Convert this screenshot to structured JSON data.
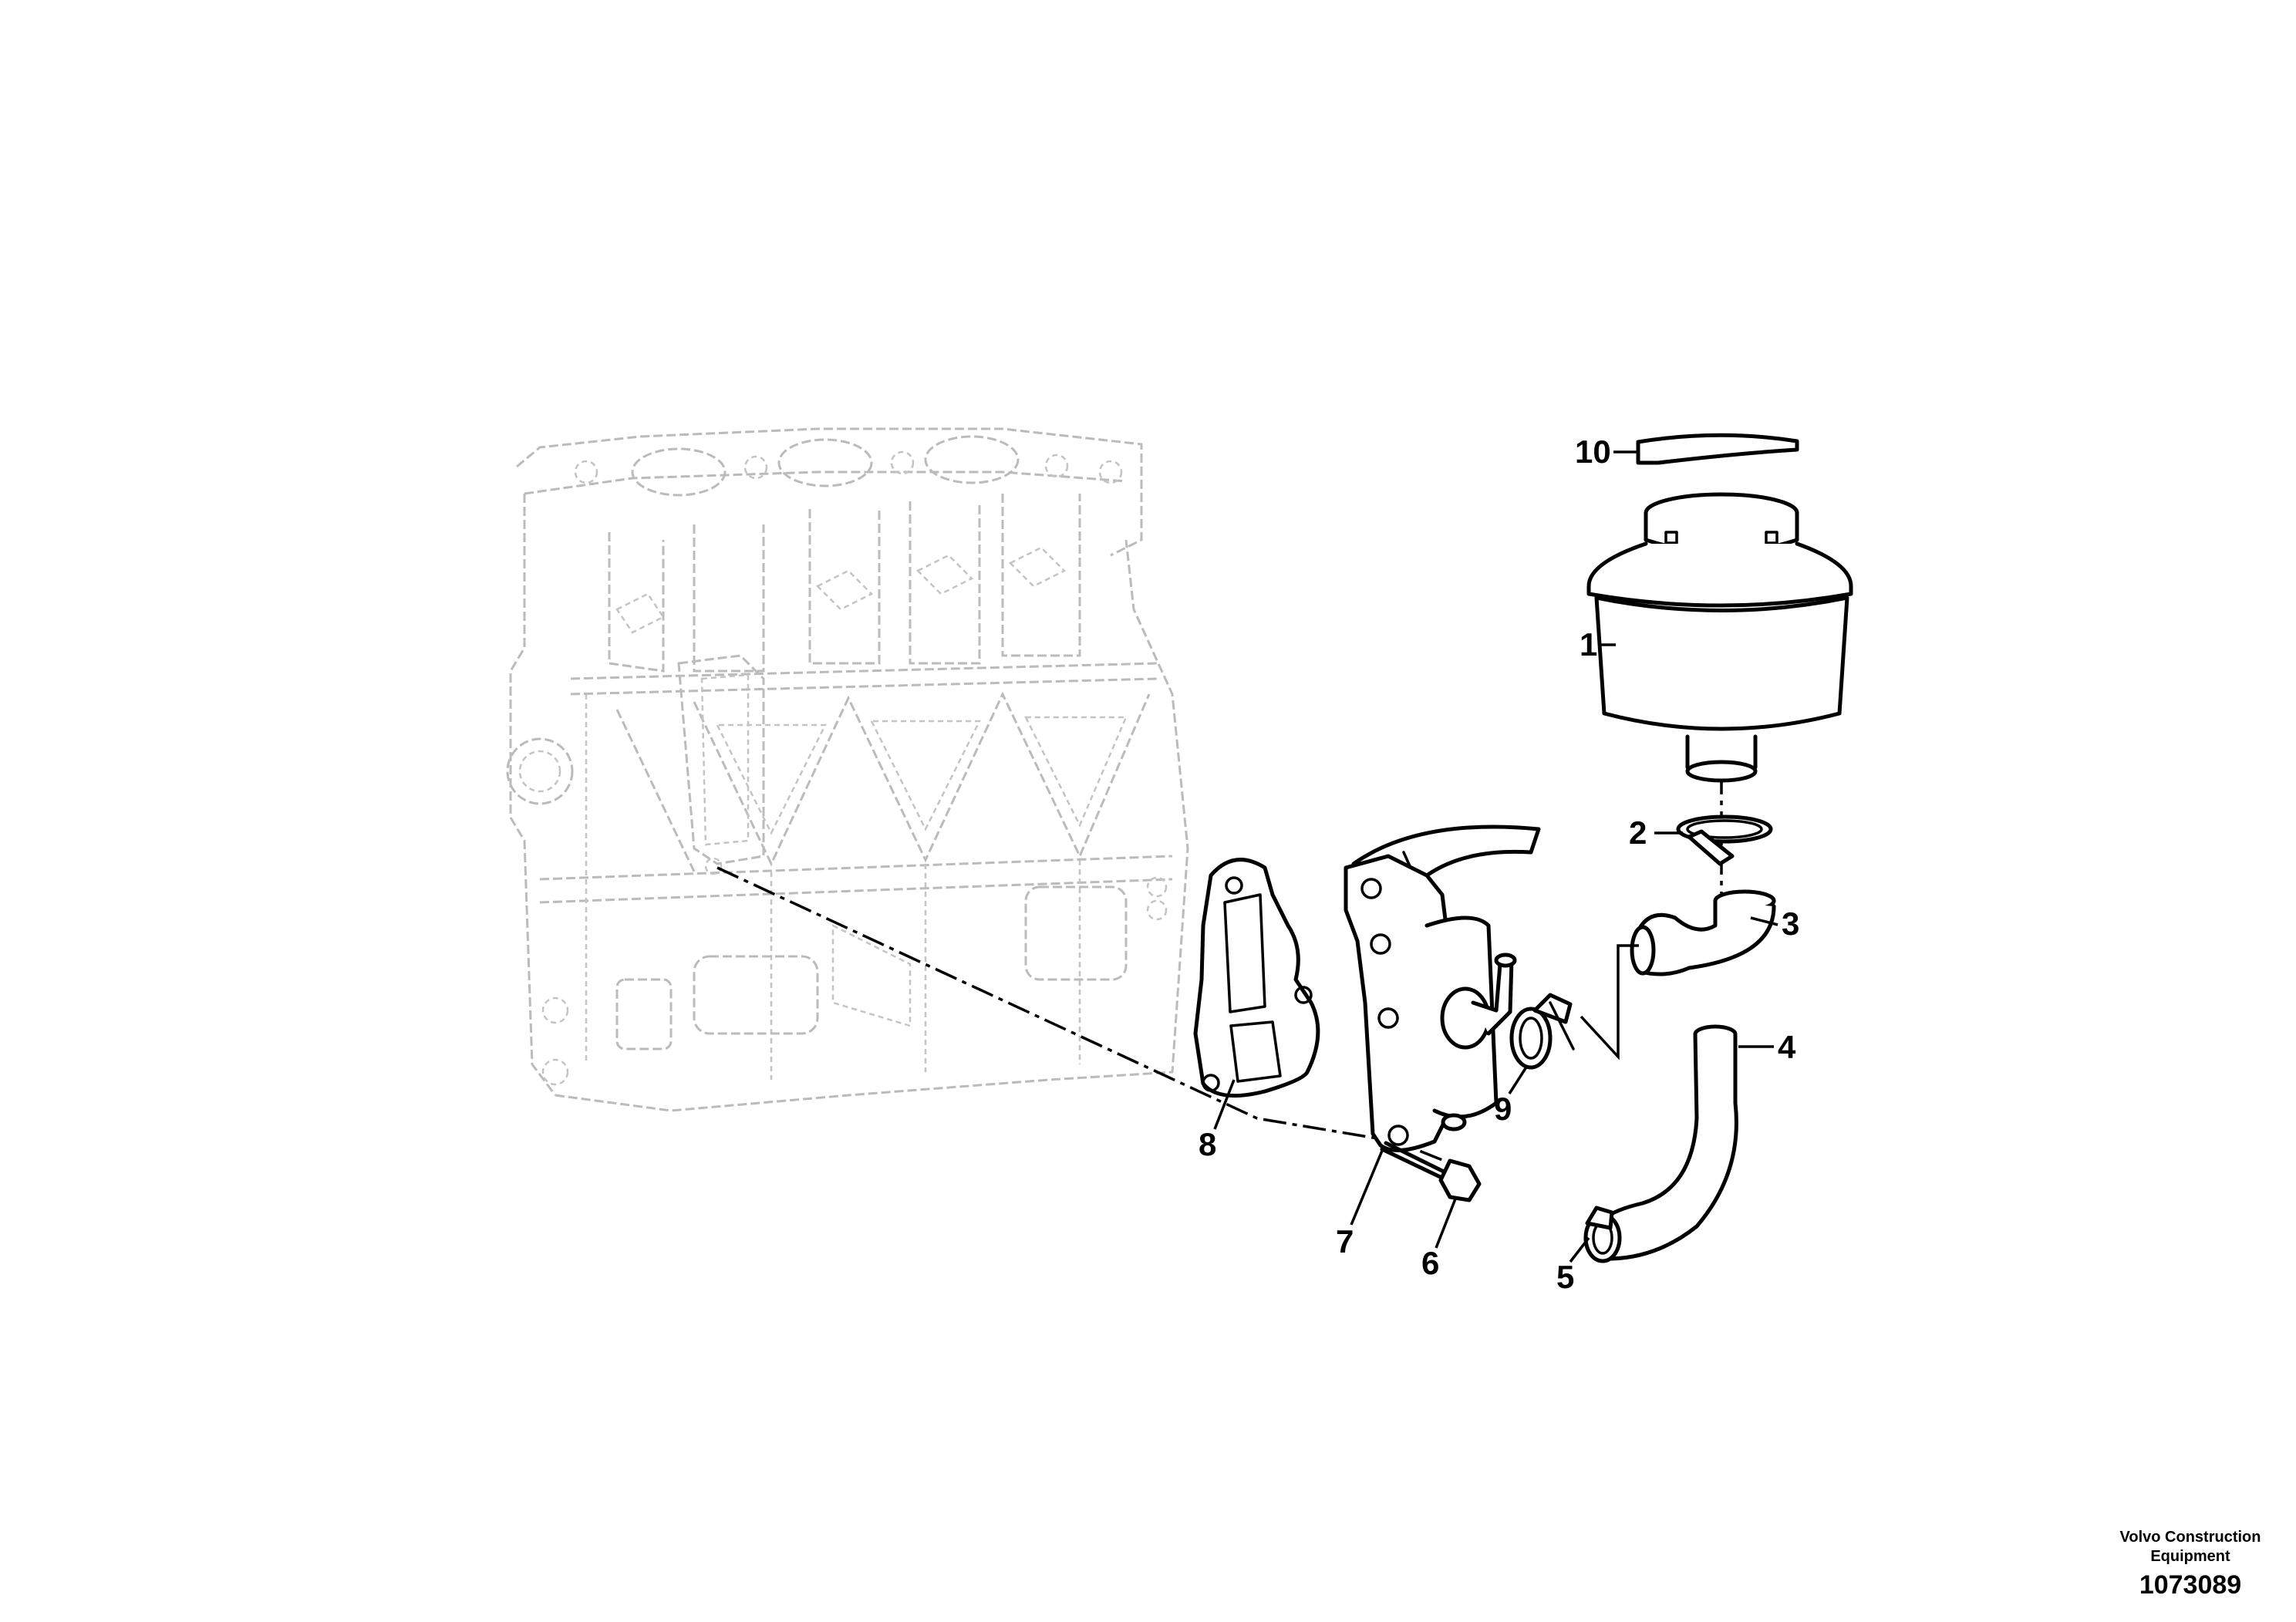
{
  "callouts": [
    {
      "id": "1",
      "label": "1"
    },
    {
      "id": "2",
      "label": "2"
    },
    {
      "id": "3",
      "label": "3"
    },
    {
      "id": "4",
      "label": "4"
    },
    {
      "id": "5",
      "label": "5"
    },
    {
      "id": "6",
      "label": "6"
    },
    {
      "id": "7",
      "label": "7"
    },
    {
      "id": "8",
      "label": "8"
    },
    {
      "id": "9",
      "label": "9"
    },
    {
      "id": "10",
      "label": "10"
    }
  ],
  "footer": {
    "brand_line1": "Volvo Construction",
    "brand_line2": "Equipment",
    "drawing_number": "1073089"
  },
  "colors": {
    "background": "#ffffff",
    "line": "#000000",
    "engine_block": "#bbbbbb"
  }
}
